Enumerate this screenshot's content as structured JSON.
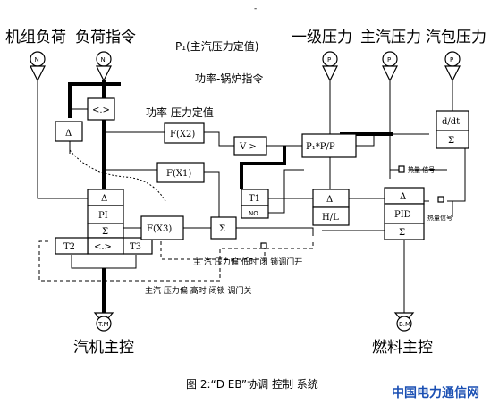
{
  "labels": {
    "unit_load": "机组负荷",
    "load_command": "负荷指令",
    "p1_setpoint": "P₁(主汽压力定值)",
    "power_boiler_cmd": "功率-锅炉指令",
    "first_stage_pressure": "一级压力",
    "main_steam_pressure": "主汽压力",
    "drum_pressure": "汽包压力",
    "power_pressure_setpoint": "功率  压力定值",
    "turbine_master": "汽机主控",
    "fuel_master": "燃料主控",
    "heat_signal_1": "热量 信号",
    "heat_signal_2": "热量信号",
    "valve_open_note": "主 汽 压力偏 低时 闭 锁调门开",
    "valve_close_note": "主汽 压力偏 高时 闭锁  调门关",
    "caption": "图 2:“D EB”协调 控制 系统",
    "watermark": "中国电力通信网",
    "top_mark": "-"
  },
  "transmitters": {
    "n1": "N",
    "n2": "N",
    "p1": "P",
    "p2": "P",
    "p3": "P"
  },
  "outputs": {
    "tm": "T.M",
    "bm": "B.M"
  },
  "blocks": {
    "limiter_top": "<.>",
    "delta_left": "Δ",
    "fx2": "F(X2)",
    "fx1": "F(X1)",
    "fx3": "F(X3)",
    "v_gt": "V >",
    "pratio": "P₁*P/P",
    "ddt": "d/dt",
    "ddt_sum": "Σ",
    "tc_delta": "Δ",
    "tc_pi": "PI",
    "tc_sum": "Σ",
    "tc_lim": "<.>",
    "t2": "T2",
    "t3": "T3",
    "sum_mid": "Σ",
    "t1": "T1",
    "no": "NO",
    "hl_delta": "Δ",
    "hl": "H/L",
    "fc_delta": "Δ",
    "fc_pid": "PID",
    "fc_sum": "Σ"
  }
}
